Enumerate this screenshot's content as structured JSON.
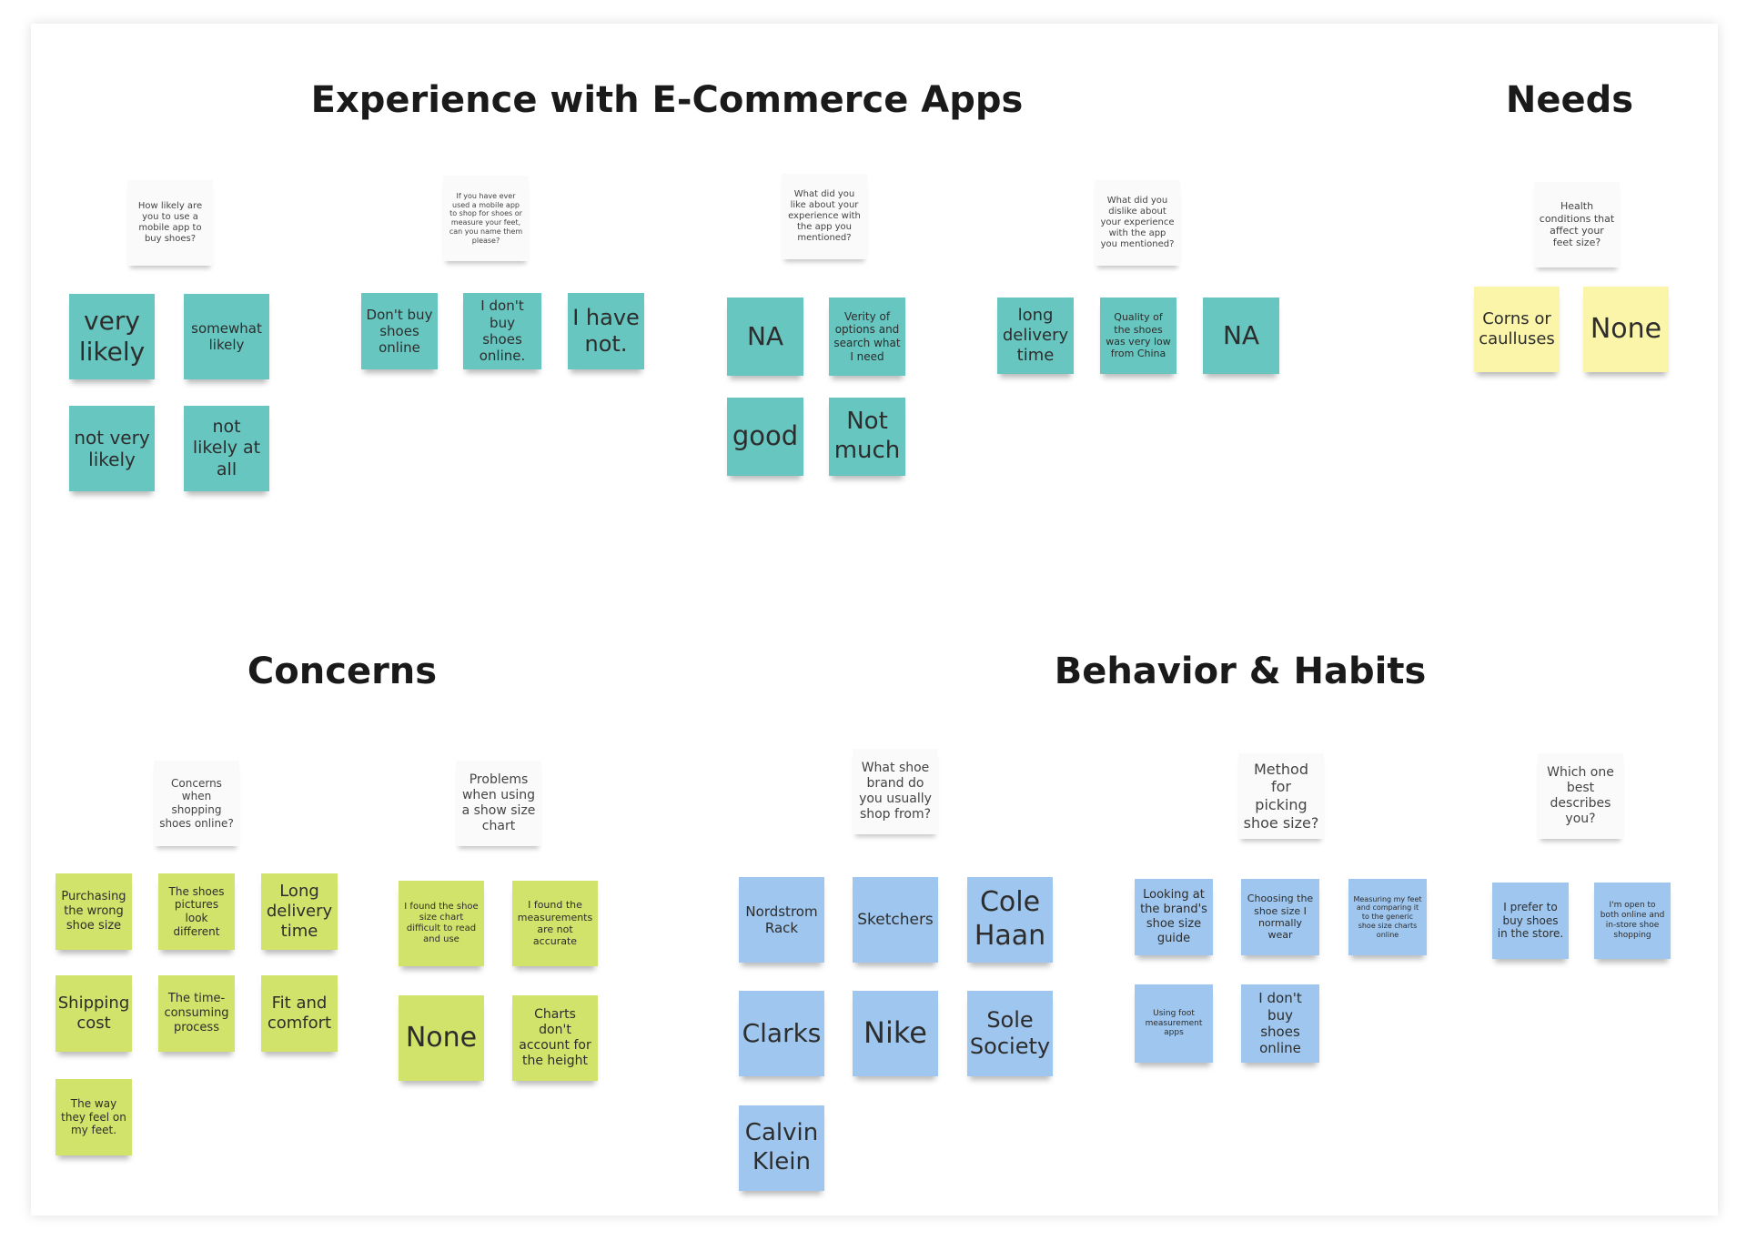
{
  "board": {
    "titles": {
      "experience": "Experience with E-Commerce Apps",
      "needs": "Needs",
      "concerns": "Concerns",
      "behavior": "Behavior & Habits"
    },
    "questions": {
      "q1": "How likely are you to use a mobile app to buy shoes?",
      "q2": "If you have ever used a mobile app to shop for shoes or measure your feet, can you name them please?",
      "q3": "What did you like about your experience with the app you mentioned?",
      "q4": "What did you dislike about your experience with the app you mentioned?",
      "q5": "Health conditions that affect your feet size?",
      "q6": "Concerns when shopping shoes online?",
      "q7": "Problems when using a show size chart",
      "q8": "What shoe brand do you usually shop from?",
      "q9": "Method for picking shoe size?",
      "q10": "Which one best describes you?"
    },
    "notes": {
      "very_likely": "very likely",
      "somewhat_likely": "somewhat likely",
      "not_very_likely": "not very likely",
      "not_likely_at_all": "not likely at all",
      "dont_buy_shoes_online": "Don't buy shoes online",
      "i_dont_buy_shoes_online": "I don't buy shoes online.",
      "i_have_not": "I have not.",
      "na_like": "NA",
      "verity_of_options": "Verity of options and search what I need",
      "good": "good",
      "not_much": "Not much",
      "long_delivery_time_dislike": "long delivery time",
      "quality_of_shoes": "Quality of the shoes was very low from China",
      "na_dislike": "NA",
      "corns": "Corns or caulluses",
      "none_needs": "None",
      "purchasing_wrong_size": "Purchasing the wrong shoe size",
      "pictures_look_different": "The shoes pictures look different",
      "long_delivery_time": "Long delivery time",
      "shipping_cost": "Shipping cost",
      "time_consuming": "The time-consuming process",
      "fit_and_comfort": "Fit and comfort",
      "feel_on_feet": "The way they feel on my feet.",
      "chart_difficult": "I found the shoe size chart difficult to read and use",
      "measurements_not_accurate": "I found the measurements are not accurate",
      "none_problems": "None",
      "charts_height": "Charts don't account for the height",
      "nordstrom_rack": "Nordstrom Rack",
      "sketchers": "Sketchers",
      "cole_haan": "Cole Haan",
      "clarks": "Clarks",
      "nike": "Nike",
      "sole_society": "Sole Society",
      "calvin_klein": "Calvin Klein",
      "brand_size_guide": "Looking at the brand's shoe size guide",
      "normally_wear": "Choosing the shoe size I normally wear",
      "measuring_feet": "Measuring my feet and comparing it to the generic shoe size charts online",
      "foot_measurement_apps": "Using foot measurement apps",
      "i_dont_buy_online": "I don't buy shoes online",
      "prefer_store": "I prefer to buy shoes in the store.",
      "open_to_both": "I'm open to both online and in-store shoe shopping"
    }
  }
}
